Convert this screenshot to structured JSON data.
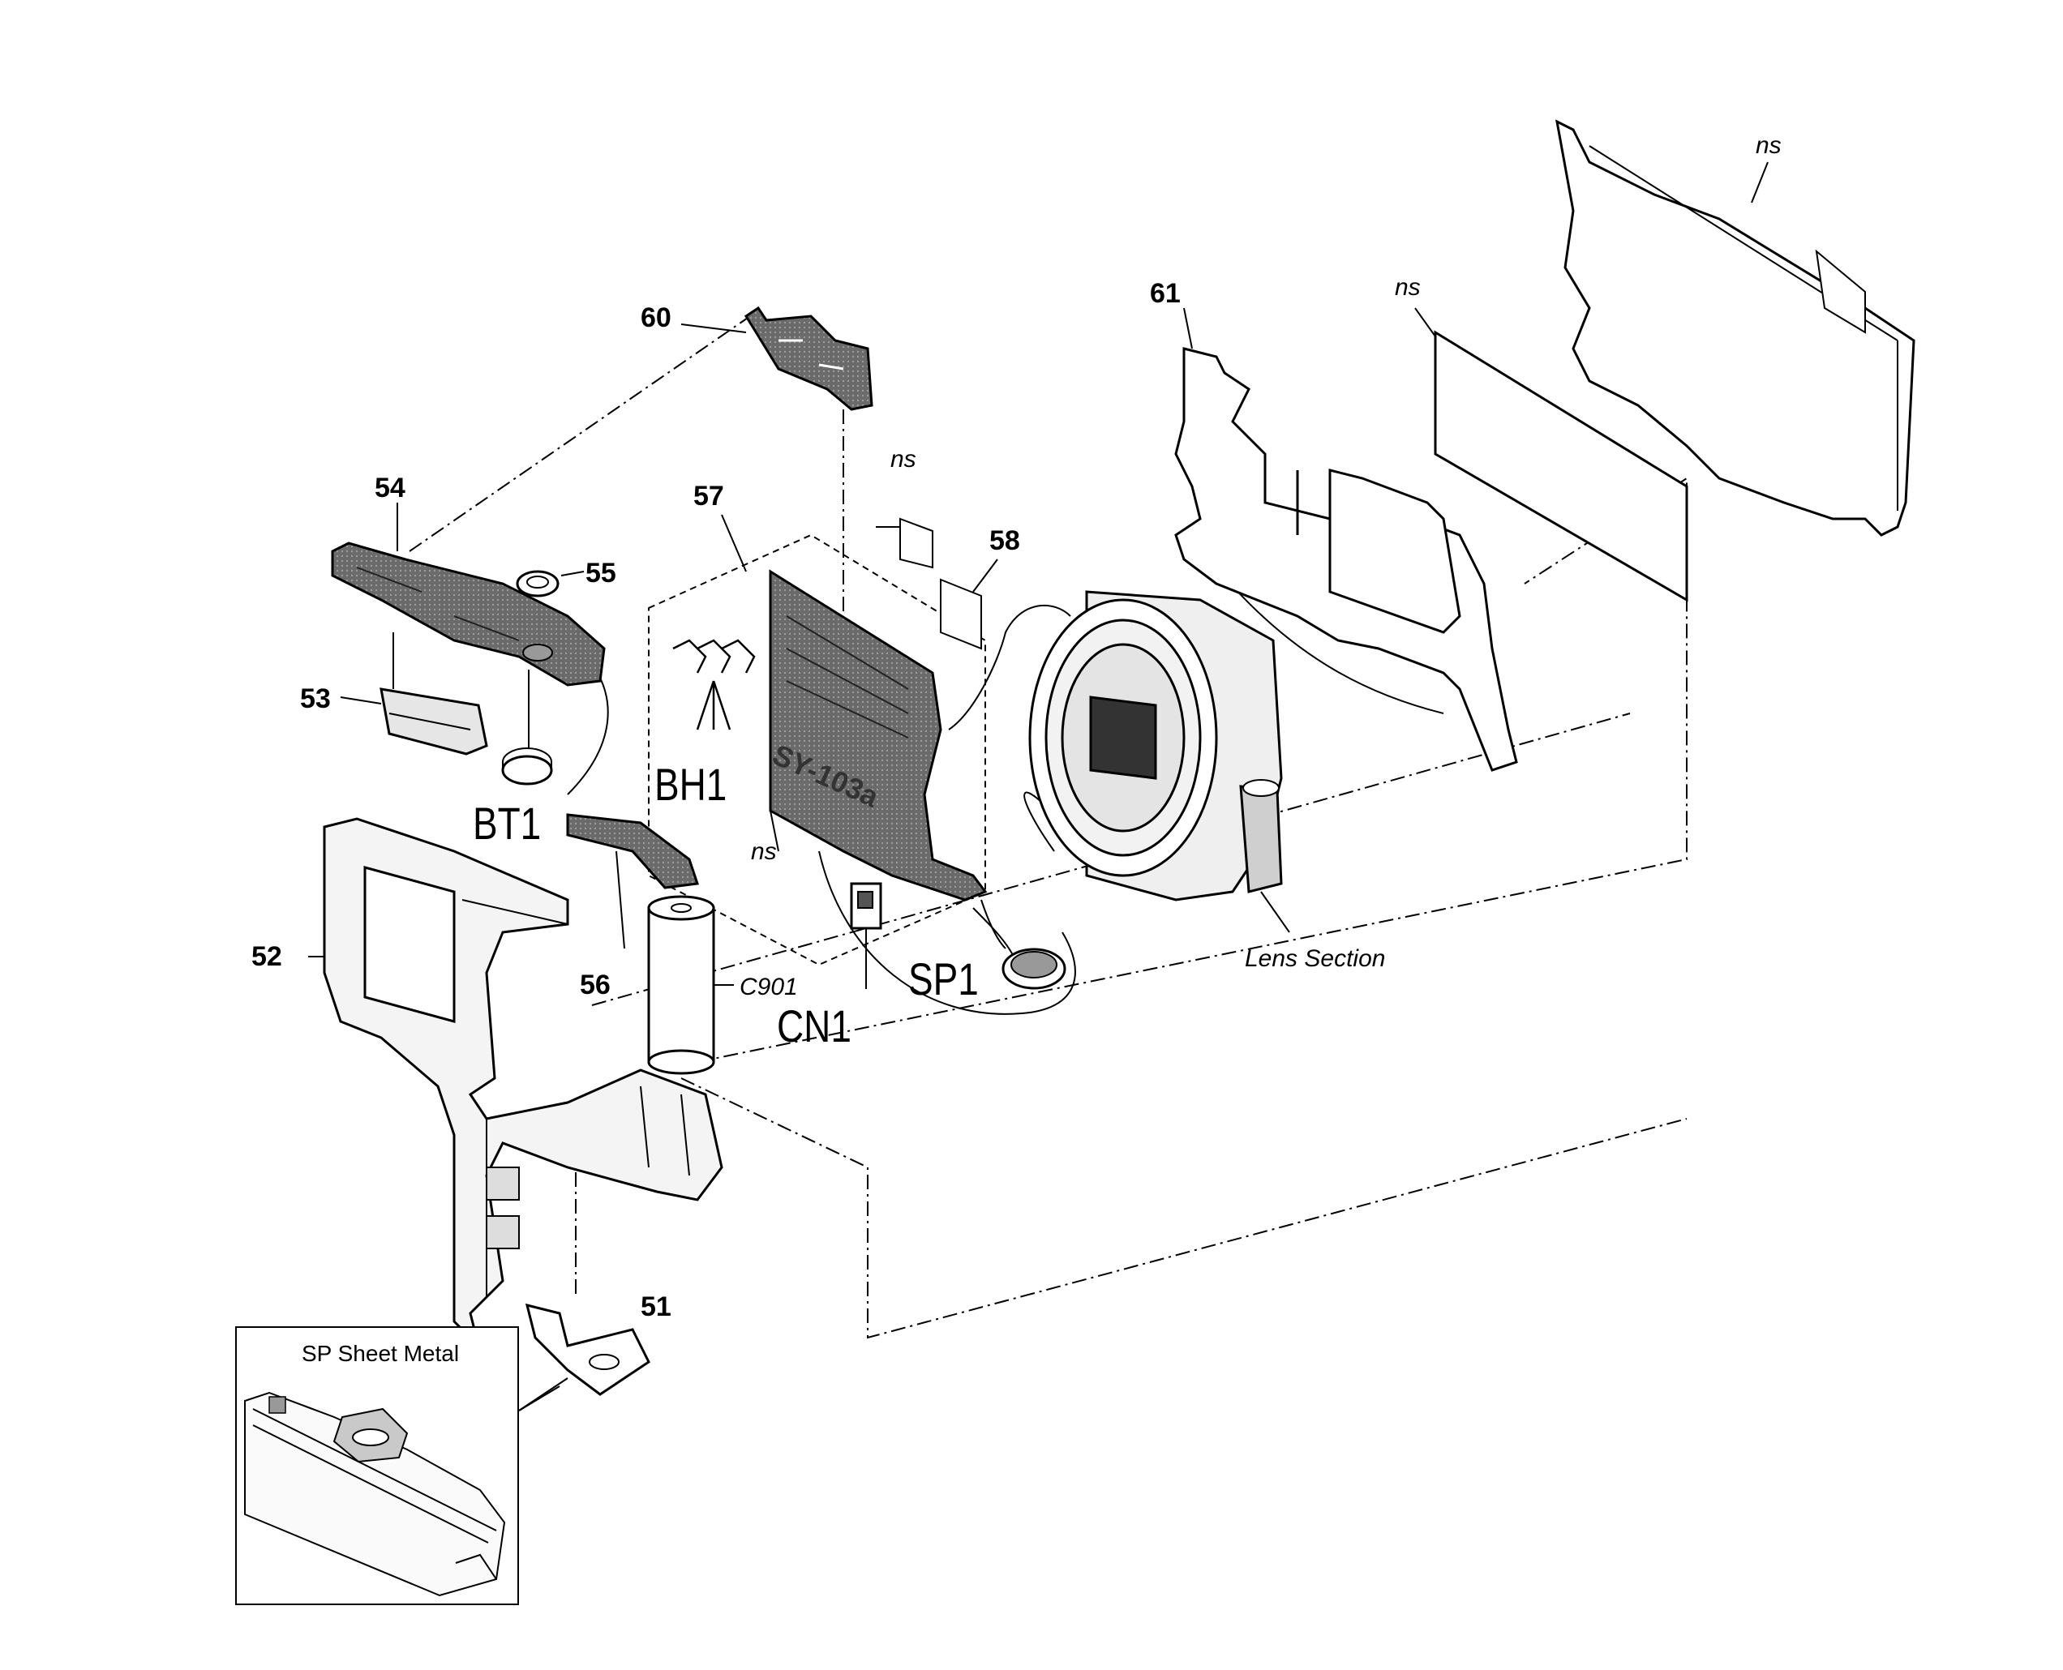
{
  "part_numbers": {
    "p51": "51",
    "p52": "52",
    "p53": "53",
    "p54": "54",
    "p55": "55",
    "p56": "56",
    "p57": "57",
    "p58": "58",
    "p60": "60",
    "p61": "61"
  },
  "refs": {
    "bt1": "BT1",
    "bh1": "BH1",
    "cn1": "CN1",
    "sp1": "SP1",
    "c901": "C901"
  },
  "ns_label": "ns",
  "lens_section": "Lens Section",
  "inset_title": "SP Sheet Metal",
  "board_marking": "SY-103a",
  "colors": {
    "line": "#000000",
    "gray_dark": "#555555",
    "gray_mid": "#8a8a8a",
    "gray_light": "#cfcfcf",
    "background": "#ffffff"
  }
}
